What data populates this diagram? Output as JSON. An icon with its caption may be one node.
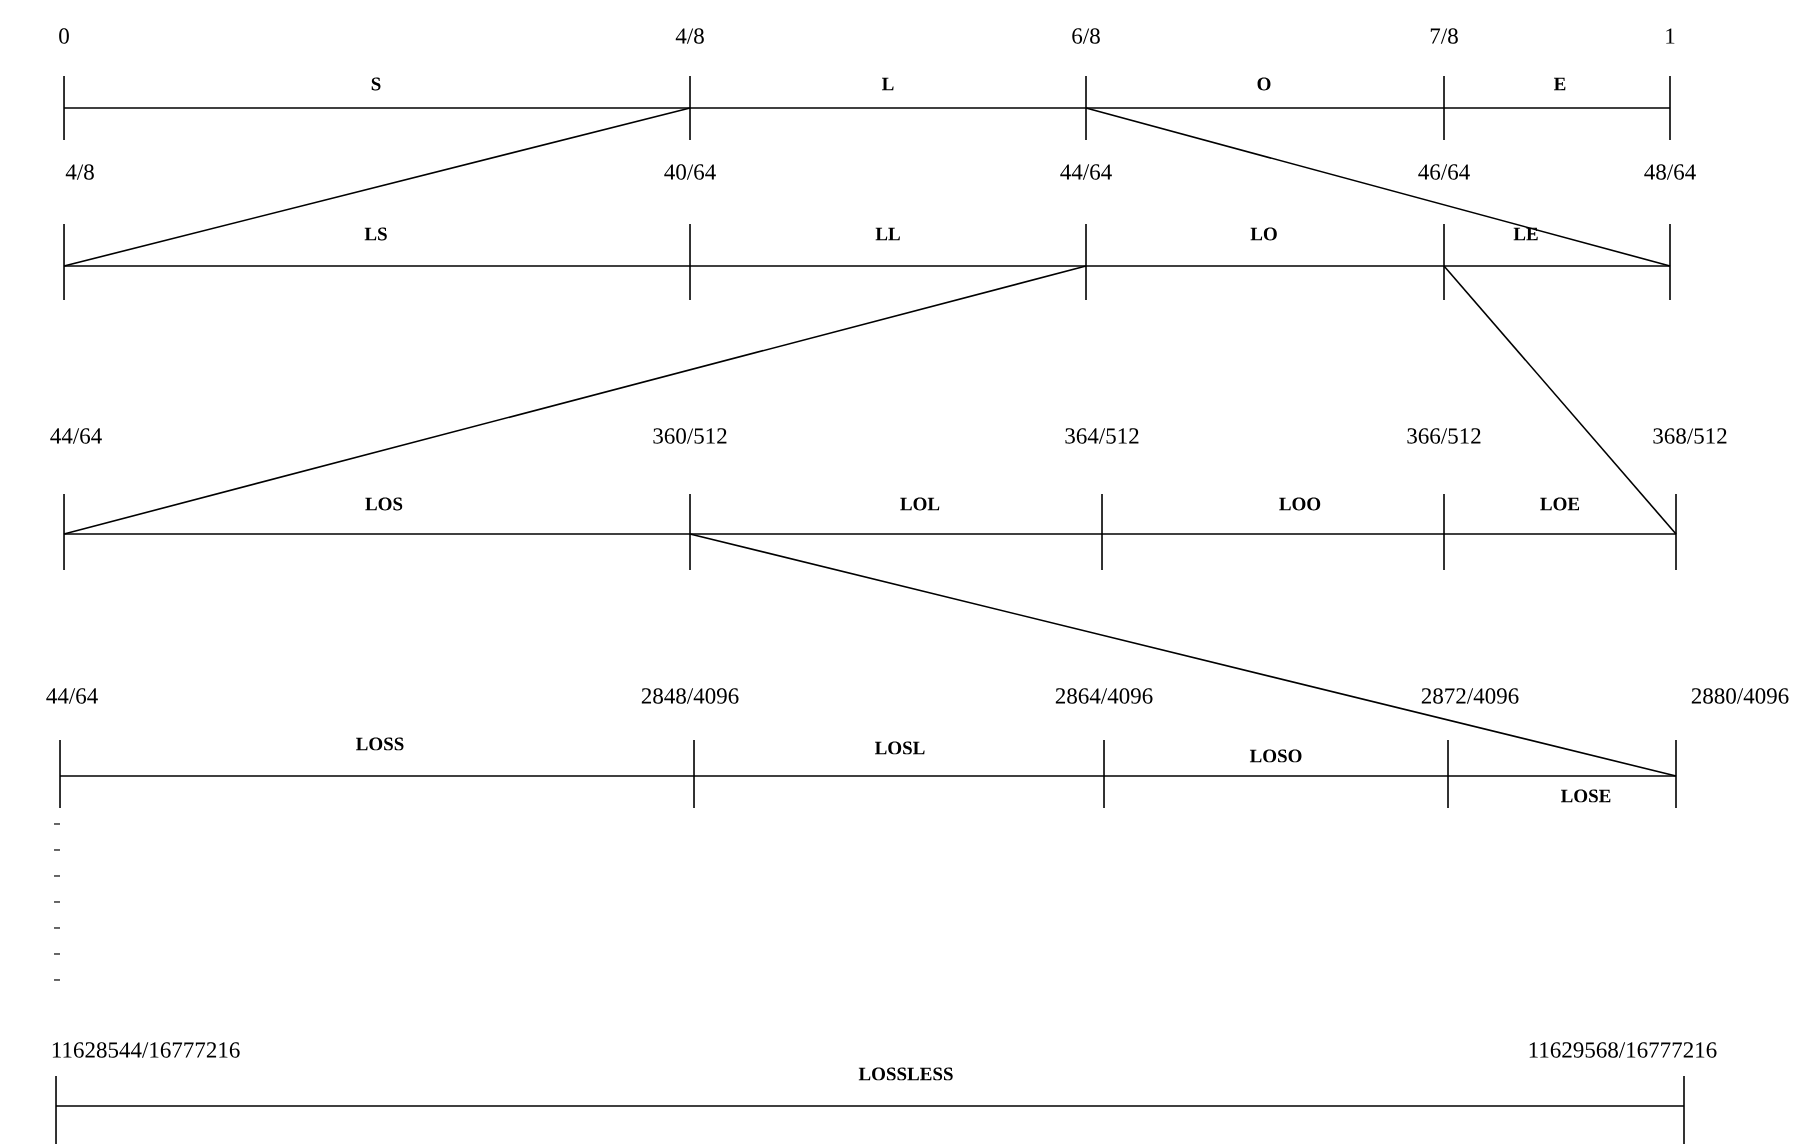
{
  "diagram": {
    "labels": [
      "0",
      "4/8",
      "6/8",
      "7/8",
      "1",
      "S",
      "L",
      "O",
      "E",
      "4/8",
      "40/64",
      "44/64",
      "46/64",
      "48/64",
      "LS",
      "LL",
      "LO",
      "LE",
      "44/64",
      "360/512",
      "364/512",
      "366/512",
      "368/512",
      "LOS",
      "LOL",
      "LOO",
      "LOE",
      "44/64",
      "2848/4096",
      "2864/4096",
      "2872/4096",
      "2880/4096",
      "LOSS",
      "LOSL",
      "LOSO",
      "LOSE",
      "11628544/16777216",
      "11629568/16777216",
      "LOSSLESS"
    ]
  }
}
